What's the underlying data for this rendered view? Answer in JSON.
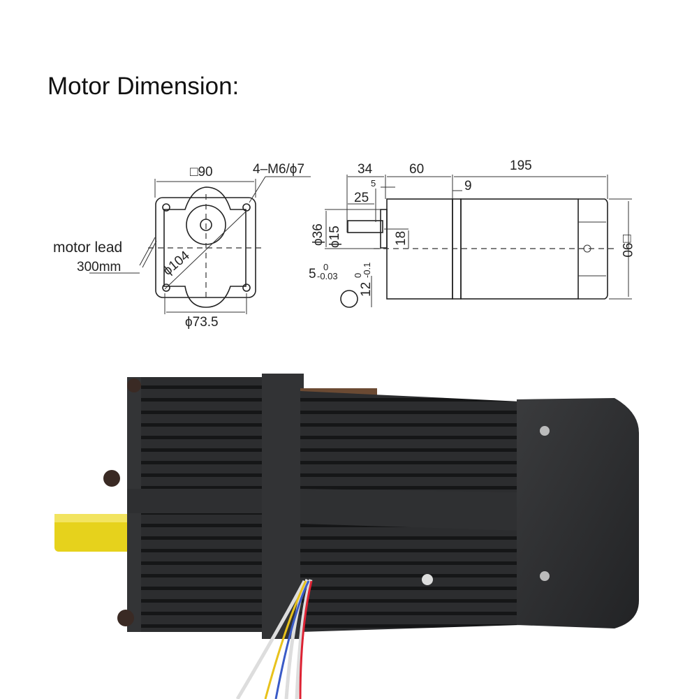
{
  "title": "Motor Dimension:",
  "front_view": {
    "square_size": "□90",
    "holes": "4–M6/ϕ7",
    "diagonal": "ϕ104",
    "pcd": "ϕ73.5",
    "lead_label": "motor lead",
    "lead_length": "300mm"
  },
  "side_view": {
    "shaft_len": "34",
    "gearbox_len": "60",
    "motor_len": "195",
    "flange_thk": "5",
    "key_len": "25",
    "gap": "9",
    "boss_dia": "ϕ36",
    "shaft_dia": "ϕ15",
    "offset": "18",
    "height": "□90",
    "key_width": "5",
    "key_width_tol_upper": "0",
    "key_width_tol_lower": "-0.03",
    "key_height": "12",
    "key_height_tol_upper": "0",
    "key_height_tol_lower": "-0.1"
  },
  "colors": {
    "motor_body": "#2e2f31",
    "shaft": "#e8d21e"
  }
}
